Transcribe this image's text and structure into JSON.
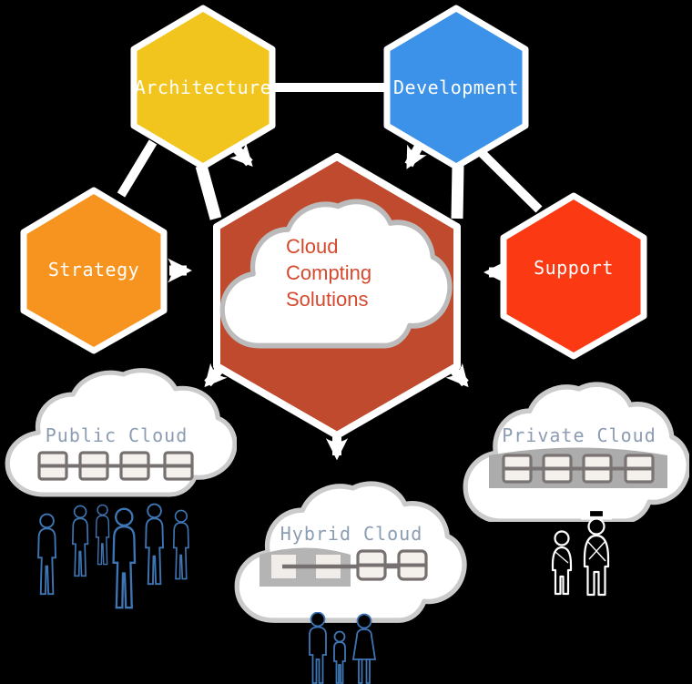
{
  "diagram_title": "Cloud Compting Solutions",
  "hexagons": {
    "architecture": {
      "label": "Architecture",
      "color": "#F2C51E"
    },
    "development": {
      "label": "Development",
      "color": "#3B92E8"
    },
    "strategy": {
      "label": "Strategy",
      "color": "#F7941F"
    },
    "support": {
      "label": "Support",
      "color": "#FB3A14"
    },
    "center": {
      "color": "#C04A2E",
      "text_color": "#D54A2E",
      "line1": "Cloud",
      "line2": "Compting",
      "line3": "Solutions"
    }
  },
  "clouds": {
    "public": {
      "label": "Public Cloud",
      "server_count": 4
    },
    "hybrid": {
      "label": "Hybrid Cloud",
      "server_count": 4
    },
    "private": {
      "label": "Private Cloud",
      "server_count": 4
    }
  },
  "icons": {
    "people_group": "crowd-of-business-people-silhouette",
    "family": "family-of-three-silhouette",
    "adult_child": "man-with-hat-and-child-outline",
    "server": "rack-server-box",
    "cloud": "cloud-shape",
    "arrow": "white-connector-arrow"
  },
  "palette": {
    "background": "#000000",
    "connector": "#FFFFFF",
    "cloud_fill": "#FFFFFF",
    "cloud_stroke": "#CBCBCB",
    "cloud_label": "#8C9CB2",
    "server_stroke": "#777070",
    "server_fill": "#F4F1ED",
    "band_gray": "#ACACAC",
    "silhouette_blue": "#3E76B5"
  }
}
